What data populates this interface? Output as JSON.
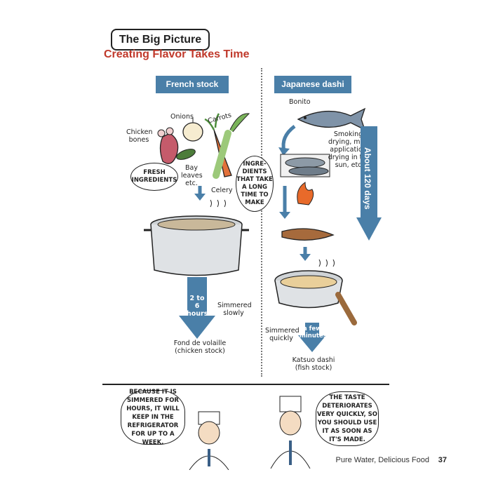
{
  "header": {
    "title": "The Big Picture",
    "subtitle": "Creating Flavor Takes Time"
  },
  "french": {
    "banner": "French stock",
    "ingredients": {
      "onions": "Onions",
      "carrots": "Carrots",
      "chicken_bones": "Chicken bones",
      "bay_leaves": "Bay leaves etc.",
      "celery": "Celery"
    },
    "bubble": "FRESH INGREDIENTS",
    "time_arrow": "2 to 6 hours",
    "simmer_note": "Simmered slowly",
    "result": "Fond de volaille (chicken stock)"
  },
  "japanese": {
    "banner": "Japanese dashi",
    "bonito": "Bonito",
    "process": "Smoking, drying, mold application, drying in the sun, etc.",
    "duration": "About 120 days",
    "bubble": "INGRE-DIENTS THAT TAKE A LONG TIME TO MAKE",
    "time_arrow": "a few minutes",
    "simmer_note": "Simmered quickly",
    "result": "Katsuo dashi (fish stock)"
  },
  "bottom": {
    "left_speech": "BECAUSE IT IS SIMMERED FOR HOURS, IT WILL KEEP IN THE REFRIGERATOR FOR UP TO A WEEK.",
    "right_speech": "THE TASTE DETERIORATES VERY QUICKLY, SO YOU SHOULD USE IT AS SOON AS IT'S MADE."
  },
  "footer": {
    "text": "Pure Water, Delicious Food",
    "page": "37"
  },
  "colors": {
    "accent_red": "#c0392b",
    "banner_blue": "#4a7fa8"
  }
}
